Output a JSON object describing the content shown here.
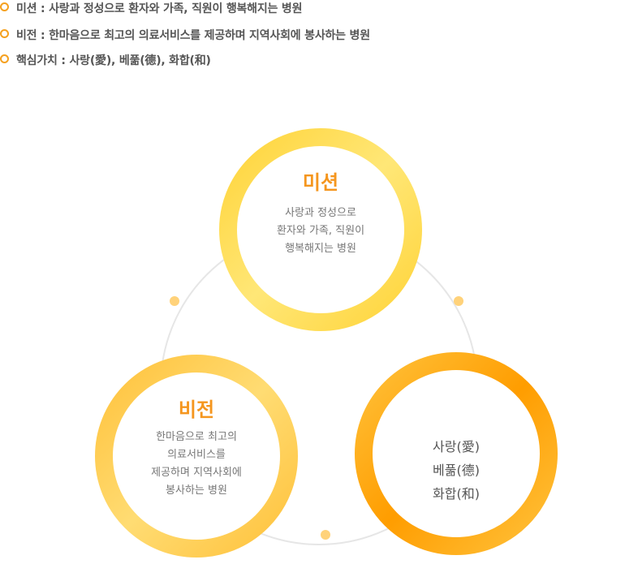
{
  "summary": [
    {
      "label": "미션",
      "text": "사랑과 정성으로 환자와 가족, 직원이 행복해지는 병원"
    },
    {
      "label": "비전",
      "text": "한마음으로 최고의 의료서비스를 제공하며 지역사회에 봉사하는 병원"
    },
    {
      "label": "핵심가치",
      "text": "사랑(愛), 베풂(德), 화합(和)"
    }
  ],
  "separator": " : ",
  "circles": [
    {
      "title": "미션",
      "lines": [
        "사랑과 정성으로",
        "환자와 가족, 직원이",
        "행복해지는 병원"
      ]
    },
    {
      "title": "비전",
      "lines": [
        "한마음으로 최고의",
        "의료서비스를",
        "제공하며 지역사회에",
        "봉사하는 병원"
      ]
    },
    {
      "title": "핵심가치",
      "lines": [
        "사랑(愛)",
        "베풂(德)",
        "화합(和)"
      ]
    }
  ],
  "colors": {
    "bullet": "#f5a01e",
    "mission_ring_a": "#ffd43a",
    "mission_ring_b": "#ffe777",
    "vision_ring_a": "#ffc23c",
    "vision_ring_b": "#ffdc73",
    "values_ring_a": "#ff9d00",
    "values_ring_b": "#ffc13a",
    "title_orange": "#f5961e",
    "connector": "#e6e6e6",
    "dot": "#ffd27a"
  }
}
